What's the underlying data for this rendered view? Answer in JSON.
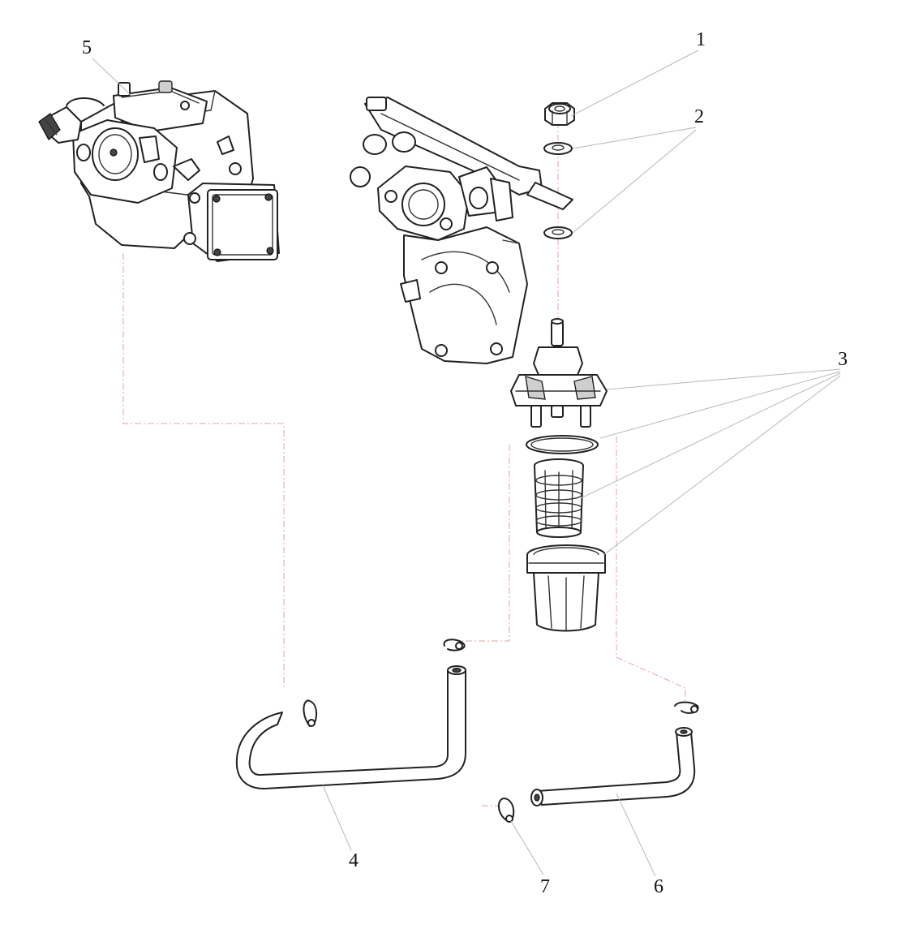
{
  "callouts": {
    "c1": "1",
    "c2": "2",
    "c3": "3",
    "c4": "4",
    "c5": "5",
    "c6": "6",
    "c7": "7"
  },
  "colors": {
    "line": "#222222",
    "leader": "#b8b8b8",
    "centerline": "#e3a3a3",
    "background": "#ffffff"
  }
}
